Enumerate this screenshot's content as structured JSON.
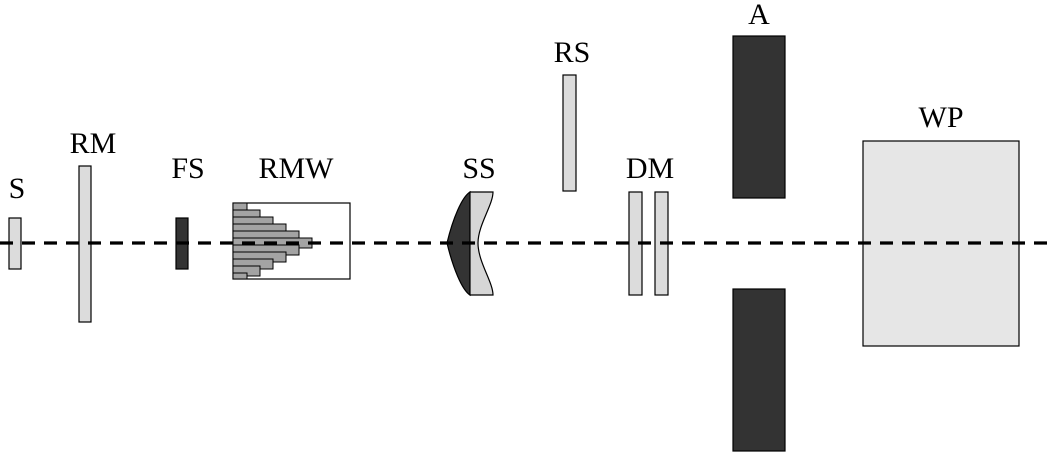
{
  "labels": {
    "s": "S",
    "rm": "RM",
    "fs": "FS",
    "rmw": "RMW",
    "ss": "SS",
    "rs": "RS",
    "dm": "DM",
    "a": "A",
    "wp": "WP"
  },
  "colors": {
    "light_fill": "#dcdcdc",
    "very_light_fill": "#e6e6e6",
    "dark_fill": "#333333",
    "gray_fill": "#a3a3a3",
    "stroke": "#000000",
    "axis": "#000000"
  }
}
